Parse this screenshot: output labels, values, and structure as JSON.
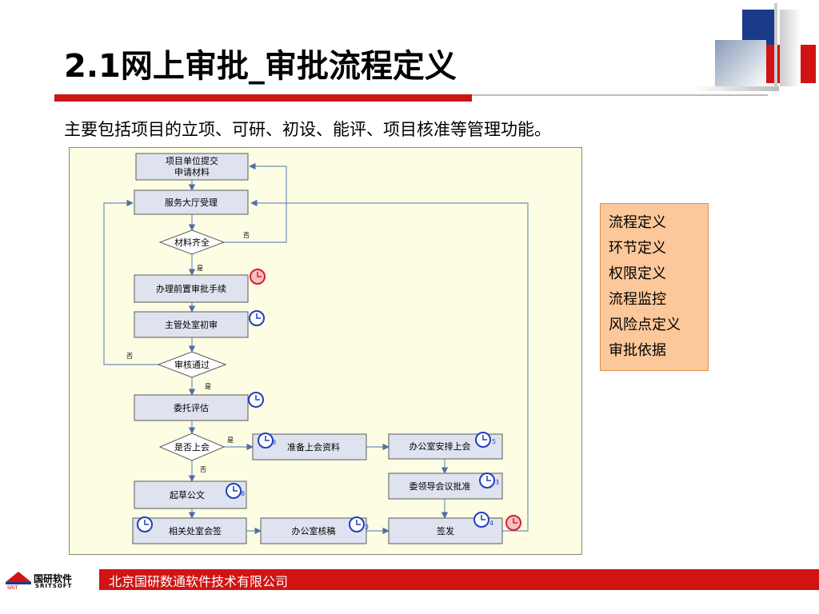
{
  "slide": {
    "title": "2.1网上审批_审批流程定义",
    "subtitle": "主要包括项目的立项、可研、初设、能评、项目核准等管理功能。"
  },
  "flow": {
    "nodes": {
      "submit_line1": "项目单位提交",
      "submit_line2": "申请材料",
      "service_hall": "服务大厅受理",
      "materials_complete": "材料齐全",
      "pre_approval": "办理前置审批手续",
      "dept_review": "主管处室初审",
      "review_passed": "审核通过",
      "entrust_eval": "委托评估",
      "meeting_decision": "是否上会",
      "prepare_materials": "准备上会资料",
      "office_schedule": "办公室安排上会",
      "leader_approval": "委领导会议批准",
      "draft_document": "起草公文",
      "joint_sign": "相关处室会签",
      "office_review": "办公室核稿",
      "issue": "签发"
    },
    "labels": {
      "yes": "是",
      "no": "否"
    },
    "badges": {
      "b3": "3",
      "b4": "4",
      "b5": "5",
      "b8": "8"
    },
    "colors": {
      "box_fill": "#dfe3ef",
      "box_stroke": "#5a5a5a",
      "line": "#6f8fbf",
      "clock_blue": "#1f3fbf",
      "clock_red": "#d81e2a",
      "canvas": "#fdfde3"
    }
  },
  "side_panel": {
    "items": [
      "流程定义",
      "环节定义",
      "权限定义",
      "流程监控",
      "风险点定义",
      "审批依据"
    ]
  },
  "footer": {
    "company": "北京国研数通软件技术有限公司",
    "logo_text": "国研软件",
    "logo_sub": "SRITSOFT",
    "logo_mark": "SRIT"
  }
}
